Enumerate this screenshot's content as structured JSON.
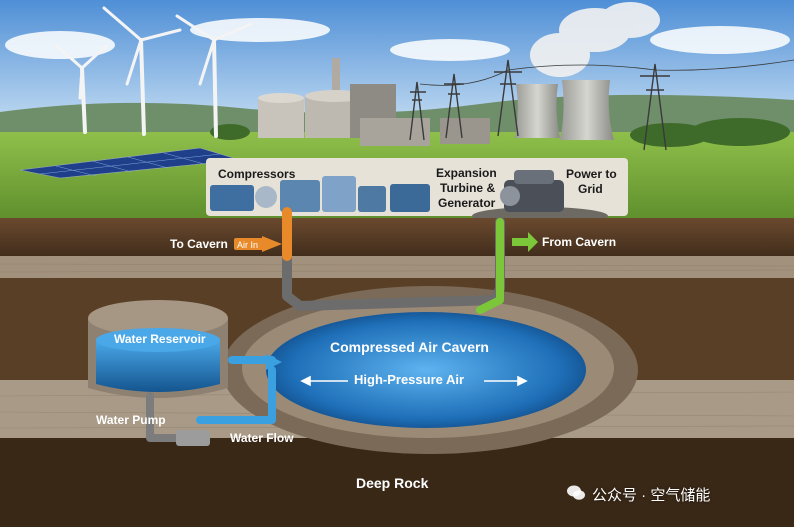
{
  "labels": {
    "compressors": "Compressors",
    "expansion_1": "Expansion",
    "expansion_2": "Turbine &",
    "expansion_3": "Generator",
    "power_1": "Power to",
    "power_2": "Grid",
    "to_cavern": "To Cavern",
    "air_in": "Air In",
    "from_cavern": "From Cavern",
    "water_reservoir": "Water Reservoir",
    "cavern_title": "Compressed Air Cavern",
    "high_pressure": "High-Pressure Air",
    "water_pump": "Water Pump",
    "water_flow": "Water Flow",
    "deep_rock": "Deep Rock"
  },
  "watermark": {
    "text": "公众号 · 空气储能",
    "icon": "wechat-icon"
  },
  "colors": {
    "air_in_pipe": "#e8892a",
    "air_out_pipe": "#7cc63a",
    "water_pipe": "#3aa0e0",
    "cavern_water": "#1e6fb8"
  }
}
